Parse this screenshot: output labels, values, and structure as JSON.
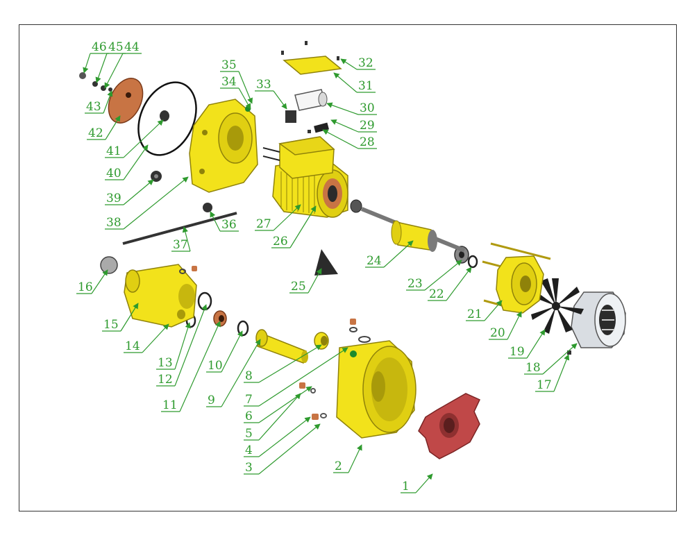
{
  "colors": {
    "callout": "#2e9a2e",
    "yellow": "#f2e21b",
    "yellow_dark": "#b9a80c",
    "red": "#c04848",
    "copper": "#c87444",
    "metal": "#9aa0a6",
    "dark": "#2b2b2b",
    "frame": "#333333"
  },
  "part_numbers": [
    "1",
    "2",
    "3",
    "4",
    "5",
    "6",
    "7",
    "8",
    "9",
    "10",
    "11",
    "12",
    "13",
    "14",
    "15",
    "16",
    "17",
    "18",
    "19",
    "20",
    "21",
    "22",
    "23",
    "24",
    "25",
    "26",
    "27",
    "28",
    "29",
    "30",
    "31",
    "32",
    "33",
    "34",
    "35",
    "36",
    "37",
    "38",
    "39",
    "40",
    "41",
    "42",
    "43",
    "44",
    "45",
    "46"
  ]
}
